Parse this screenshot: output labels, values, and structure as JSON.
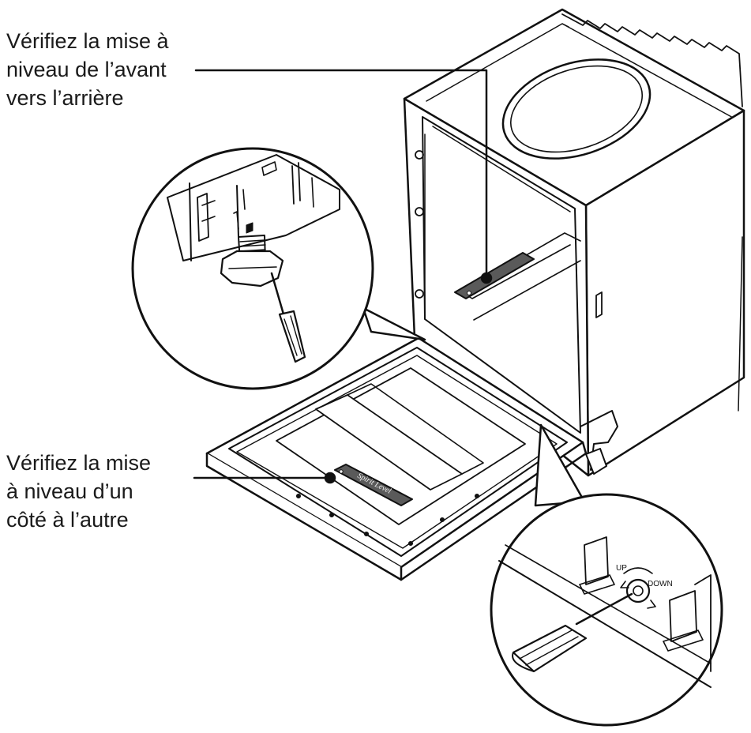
{
  "labels": {
    "front_to_back": [
      "Vérifiez la mise à",
      "niveau de l’avant",
      "vers l’arrière"
    ],
    "side_to_side": [
      "Vérifiez la mise",
      "à niveau d’un",
      "côté à l’autre"
    ]
  },
  "level_text": "Spirit Level",
  "adjuster": {
    "up": "UP",
    "down": "DOWN"
  },
  "colors": {
    "line": "#111111",
    "background": "#ffffff",
    "level_fill": "#5a5a5a"
  }
}
